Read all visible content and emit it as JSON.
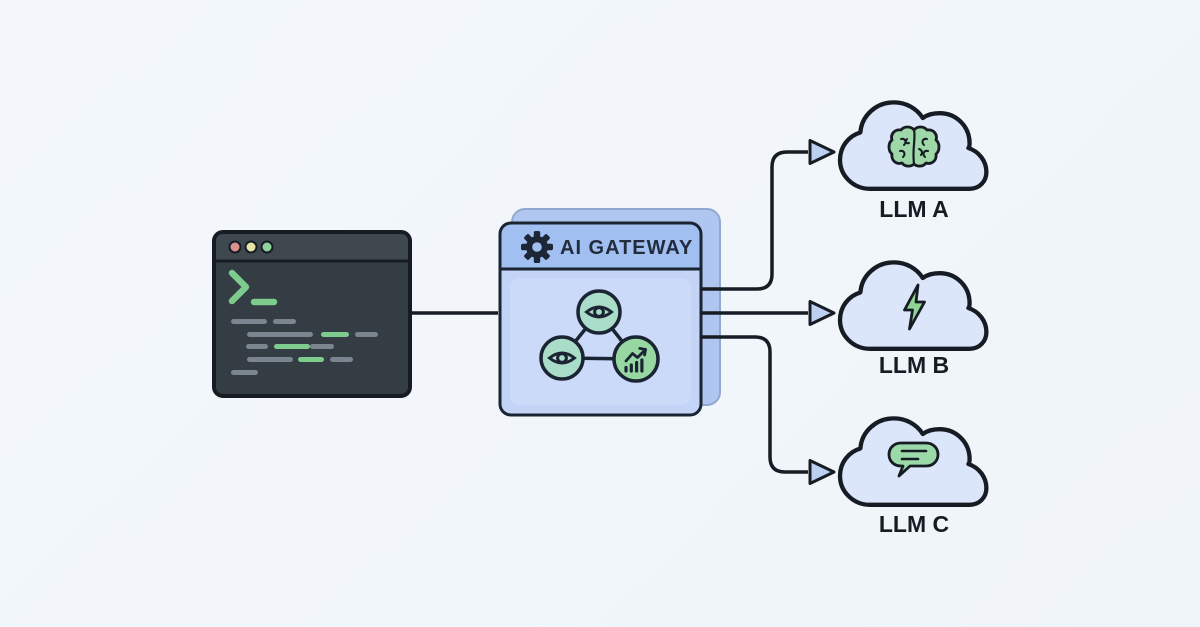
{
  "gateway": {
    "title": "AI GATEWAY",
    "header_icon": "gear-icon",
    "nodes": [
      {
        "icon": "eye-icon",
        "fill": "#a9dcc9"
      },
      {
        "icon": "eye-icon",
        "fill": "#a9dcc9"
      },
      {
        "icon": "bar-chart-icon",
        "fill": "#97d8a2"
      }
    ]
  },
  "clouds": [
    {
      "label": "LLM A",
      "icon": "brain-icon"
    },
    {
      "label": "LLM B",
      "icon": "lightning-bolt-icon"
    },
    {
      "label": "LLM C",
      "icon": "chat-bubble-icon"
    }
  ],
  "terminal": {
    "icon": "terminal-prompt-icon",
    "traffic_lights": [
      "#d9918f",
      "#e6e3a6",
      "#8fd39a"
    ]
  },
  "colors": {
    "background": "#f2f6fa",
    "outline": "#171c24",
    "cloud_fill": "#dbe6fb",
    "gateway_header": "#a2bff2",
    "gateway_body": "#c3d4f7",
    "gateway_back_card": "#aec6f0",
    "arrowhead_fill": "#bdd0f2",
    "terminal_body": "#343c44",
    "terminal_header": "#3f474f",
    "terminal_green": "#7ecb8e",
    "terminal_gray": "#7b858f"
  }
}
